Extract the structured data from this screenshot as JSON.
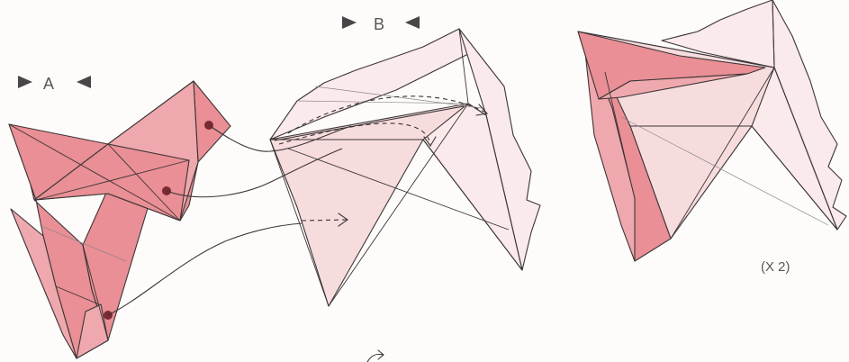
{
  "labels": {
    "a": "A",
    "b": "B",
    "multiplier": "(X 2)"
  },
  "colors": {
    "paper_colored_side": "#e98f95",
    "paper_white_side": "#f7dcde",
    "lines": "#3b3536"
  }
}
